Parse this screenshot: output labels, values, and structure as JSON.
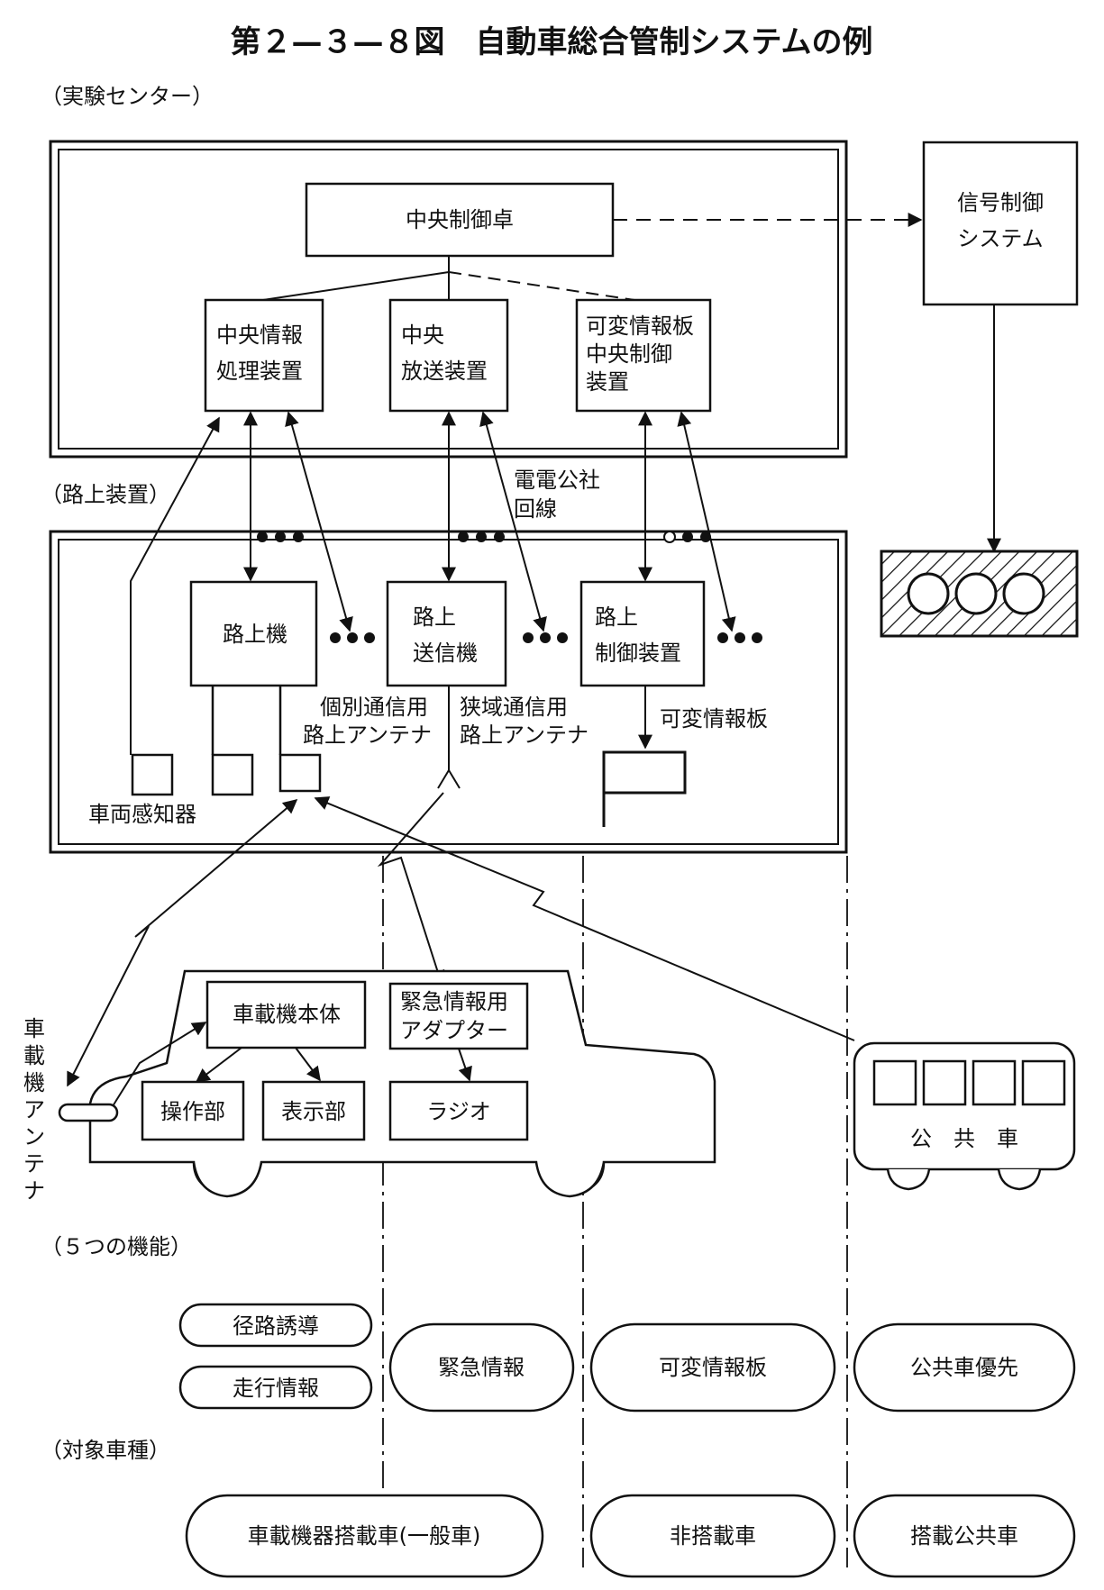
{
  "title": "第２—３—８図　自動車総合管制システムの例",
  "sections": {
    "center": "（実験センター）",
    "roadside": "（路上装置）",
    "functions": "（５つの機能）",
    "targets": "（対象車種）"
  },
  "center": {
    "control_desk": "中央制御卓",
    "info_processor": [
      "中央情報",
      "処理装置"
    ],
    "broadcast": [
      "中央",
      "放送装置"
    ],
    "vms_control": [
      "可変情報板",
      "中央制御",
      "装置"
    ]
  },
  "signal_system": [
    "信号制御",
    "システム"
  ],
  "telecom_line": [
    "電電公社",
    "回線"
  ],
  "roadside": {
    "roadside_unit": "路上機",
    "transmitter": [
      "路上",
      "送信機"
    ],
    "controller": [
      "路上",
      "制御装置"
    ],
    "individual_antenna": [
      "個別通信用",
      "路上アンテナ"
    ],
    "narrow_antenna": [
      "狭域通信用",
      "路上アンテナ"
    ],
    "vms": "可変情報板",
    "detector": "車両感知器"
  },
  "vehicle": {
    "onboard_unit": "車載機本体",
    "emergency_adapter": [
      "緊急情報用",
      "アダプター"
    ],
    "operation": "操作部",
    "display": "表示部",
    "radio": "ラジオ",
    "antenna_label": [
      "車",
      "載",
      "機",
      "ア",
      "ン",
      "テ",
      "ナ"
    ]
  },
  "bus": {
    "label": "公　共　車"
  },
  "functions": [
    "径路誘導",
    "走行情報",
    "緊急情報",
    "可変情報板",
    "公共車優先"
  ],
  "targets": [
    "車載機器搭載車(一般車)",
    "非搭載車",
    "搭載公共車"
  ]
}
